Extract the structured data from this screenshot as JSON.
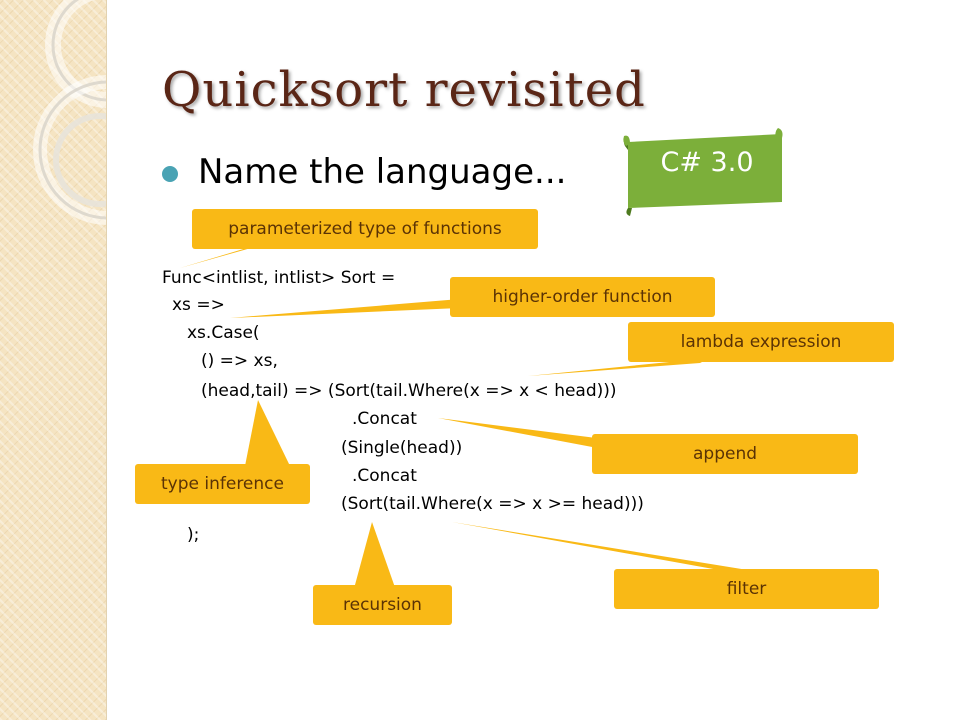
{
  "slide": {
    "title": "Quicksort revisited",
    "bullet": "Name the language...",
    "answer_banner": "C# 3.0"
  },
  "code_lines": [
    "Func<intlist, intlist> Sort =",
    "xs =>",
    "xs.Case(",
    "() => xs,",
    "(head,tail) => (Sort(tail.Where(x => x < head)))",
    ".Concat",
    "(Single(head))",
    ".Concat",
    "(Sort(tail.Where(x => x >= head)))",
    ");"
  ],
  "callouts": {
    "parameterized": "parameterized type of functions",
    "higher_order": "higher-order function",
    "lambda": "lambda expression",
    "append": "append",
    "type_inference": "type inference",
    "recursion": "recursion",
    "filter": "filter"
  },
  "colors": {
    "title": "#5a2616",
    "bullet": "#4aa3b4",
    "callout_fill": "#f9b916",
    "callout_text": "#5b3305",
    "banner_fill": "#7caf3a",
    "sidebar": "#f5e4c2"
  }
}
